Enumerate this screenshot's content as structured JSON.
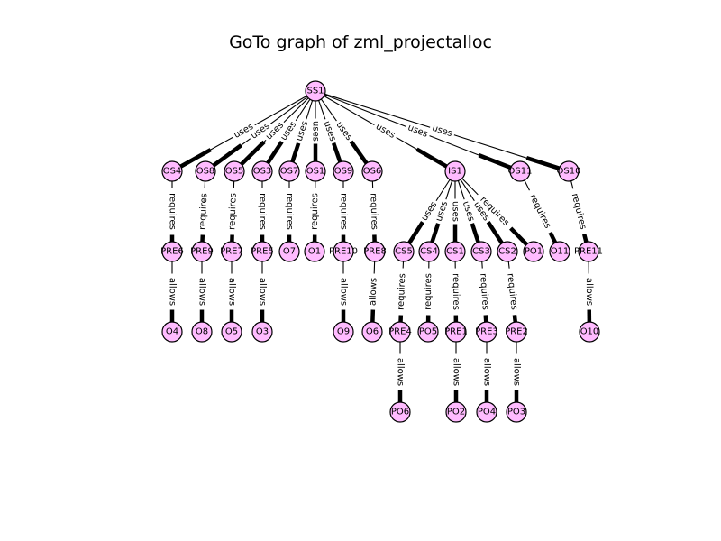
{
  "title": "GoTo graph of zml_projectalloc",
  "colors": {
    "node_fill": "#ffbbff",
    "stroke": "#000000",
    "background": "#ffffff"
  },
  "nodes": [
    "SS1",
    "OS4",
    "OS8",
    "OS5",
    "OS3",
    "OS7",
    "OS1",
    "OS9",
    "OS6",
    "IS1",
    "OS11",
    "OS10",
    "PRE6",
    "PRE9",
    "PRE7",
    "PRE5",
    "O7",
    "O1",
    "PRE10",
    "PRE8",
    "CS5",
    "CS4",
    "CS1",
    "CS3",
    "CS2",
    "PO1",
    "O11",
    "PRE11",
    "O4",
    "O8",
    "O5",
    "O3",
    "O9",
    "O6",
    "PRE4",
    "PO5",
    "PRE1",
    "PRE3",
    "PRE2",
    "O10",
    "PO6",
    "PO2",
    "PO4",
    "PO3"
  ],
  "edges": [
    {
      "from": "SS1",
      "to": "OS4",
      "label": "uses"
    },
    {
      "from": "SS1",
      "to": "OS8",
      "label": "uses"
    },
    {
      "from": "SS1",
      "to": "OS5",
      "label": "uses"
    },
    {
      "from": "SS1",
      "to": "OS3",
      "label": "uses"
    },
    {
      "from": "SS1",
      "to": "OS7",
      "label": "uses"
    },
    {
      "from": "SS1",
      "to": "OS1",
      "label": "uses"
    },
    {
      "from": "SS1",
      "to": "OS9",
      "label": "uses"
    },
    {
      "from": "SS1",
      "to": "OS6",
      "label": "uses"
    },
    {
      "from": "SS1",
      "to": "IS1",
      "label": "uses"
    },
    {
      "from": "SS1",
      "to": "OS11",
      "label": "uses"
    },
    {
      "from": "SS1",
      "to": "OS10",
      "label": "uses"
    },
    {
      "from": "OS4",
      "to": "PRE6",
      "label": "requires"
    },
    {
      "from": "OS8",
      "to": "PRE9",
      "label": "requires"
    },
    {
      "from": "OS5",
      "to": "PRE7",
      "label": "requires"
    },
    {
      "from": "OS3",
      "to": "PRE5",
      "label": "requires"
    },
    {
      "from": "OS7",
      "to": "O7",
      "label": "requires"
    },
    {
      "from": "OS1",
      "to": "O1",
      "label": "requires"
    },
    {
      "from": "OS9",
      "to": "PRE10",
      "label": "requires"
    },
    {
      "from": "OS6",
      "to": "PRE8",
      "label": "requires"
    },
    {
      "from": "IS1",
      "to": "CS5",
      "label": "uses"
    },
    {
      "from": "IS1",
      "to": "CS4",
      "label": "uses"
    },
    {
      "from": "IS1",
      "to": "CS1",
      "label": "uses"
    },
    {
      "from": "IS1",
      "to": "CS3",
      "label": "uses"
    },
    {
      "from": "IS1",
      "to": "CS2",
      "label": "uses"
    },
    {
      "from": "IS1",
      "to": "PO1",
      "label": "requires"
    },
    {
      "from": "OS11",
      "to": "O11",
      "label": "requires"
    },
    {
      "from": "OS10",
      "to": "PRE11",
      "label": "requires"
    },
    {
      "from": "PRE6",
      "to": "O4",
      "label": "allows"
    },
    {
      "from": "PRE9",
      "to": "O8",
      "label": "allows"
    },
    {
      "from": "PRE7",
      "to": "O5",
      "label": "allows"
    },
    {
      "from": "PRE5",
      "to": "O3",
      "label": "allows"
    },
    {
      "from": "PRE10",
      "to": "O9",
      "label": "allows"
    },
    {
      "from": "PRE8",
      "to": "O6",
      "label": "allows"
    },
    {
      "from": "CS5",
      "to": "PRE4",
      "label": "requires"
    },
    {
      "from": "CS4",
      "to": "PO5",
      "label": "requires"
    },
    {
      "from": "CS1",
      "to": "PRE1",
      "label": "requires"
    },
    {
      "from": "CS3",
      "to": "PRE3",
      "label": "requires"
    },
    {
      "from": "CS2",
      "to": "PRE2",
      "label": "requires"
    },
    {
      "from": "PRE11",
      "to": "O10",
      "label": "allows"
    },
    {
      "from": "PRE4",
      "to": "PO6",
      "label": "allows"
    },
    {
      "from": "PRE1",
      "to": "PO2",
      "label": "allows"
    },
    {
      "from": "PRE3",
      "to": "PO4",
      "label": "allows"
    },
    {
      "from": "PRE2",
      "to": "PO3",
      "label": "allows"
    }
  ]
}
